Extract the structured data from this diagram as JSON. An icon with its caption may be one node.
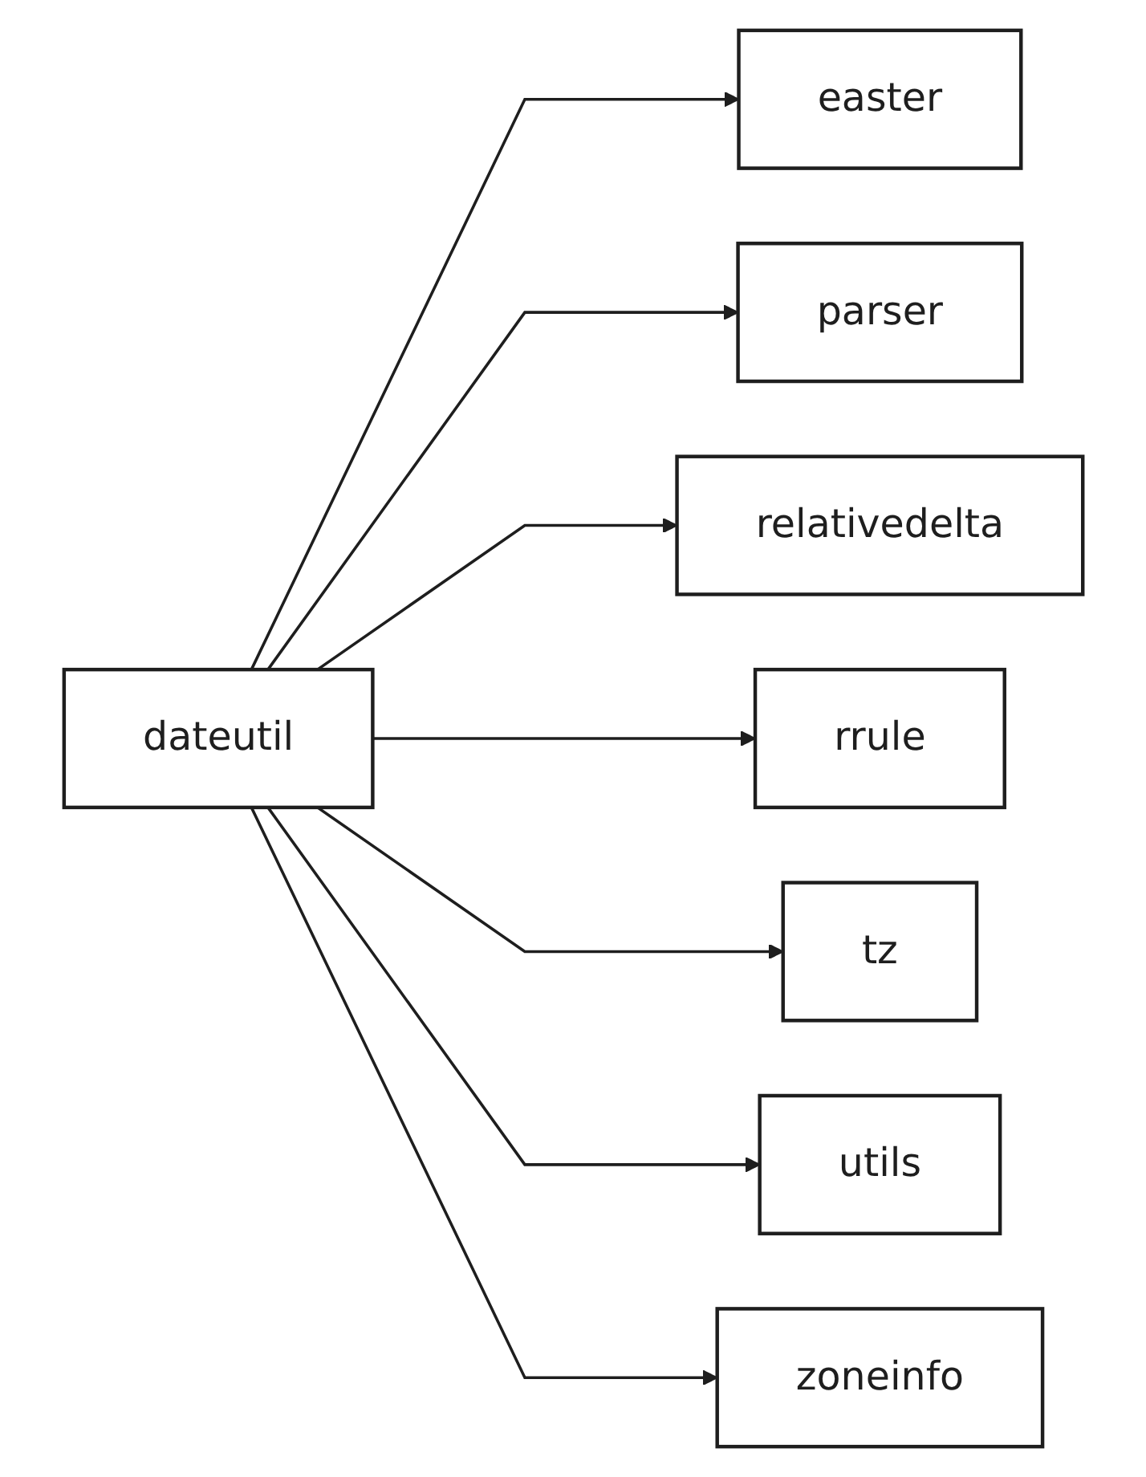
{
  "diagram": {
    "nodes": [
      {
        "text": [
          "dateutil"
        ]
      },
      {
        "text": [
          "easter"
        ]
      },
      {
        "text": [
          "parser"
        ]
      },
      {
        "text": [
          "relativedelta"
        ]
      },
      {
        "text": [
          "rrule"
        ]
      },
      {
        "text": [
          "tz"
        ]
      },
      {
        "text": [
          "utils"
        ]
      },
      {
        "text": [
          "zoneinfo"
        ]
      }
    ],
    "edges": [
      {
        "from": 0,
        "to": 1,
        "arrow": "to"
      },
      {
        "from": 0,
        "to": 2,
        "arrow": "to"
      },
      {
        "from": 0,
        "to": 3,
        "arrow": "to"
      },
      {
        "from": 0,
        "to": 4,
        "arrow": "to"
      },
      {
        "from": 0,
        "to": 5,
        "arrow": "to"
      },
      {
        "from": 0,
        "to": 6,
        "arrow": "to"
      },
      {
        "from": 0,
        "to": 7,
        "arrow": "to"
      }
    ]
  }
}
